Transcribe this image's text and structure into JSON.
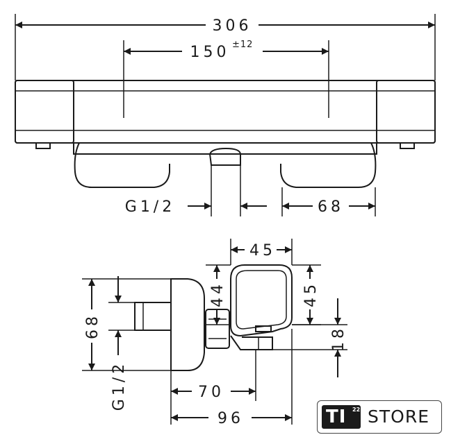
{
  "dimensions": {
    "overall_width": "306",
    "inlet_spacing": "150",
    "inlet_spacing_tolerance": "±12",
    "thread_top": "G1/2",
    "depth_68_top": "68",
    "width_45": "45",
    "height_45": "45",
    "height_44": "44",
    "height_18": "18",
    "height_68_side": "68",
    "thread_side": "G1/2",
    "depth_70": "70",
    "depth_96": "96"
  },
  "logo": {
    "brand": "TI",
    "superscript": "22",
    "word": "STORE"
  }
}
